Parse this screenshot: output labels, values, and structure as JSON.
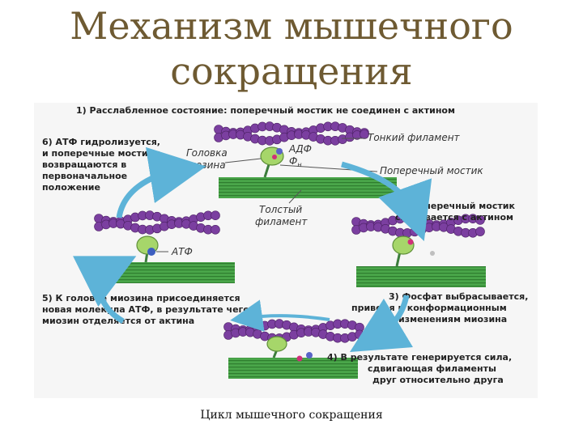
{
  "title": {
    "line1": "Механизм мышечного",
    "line2": "сокращения"
  },
  "caption": "Цикл мышечного сокращения",
  "steps": {
    "s1": "1) Расслабленное состояние: поперечный мостик не соединен с актином",
    "s2": [
      "2) Поперечный мостик",
      "связывается с актином"
    ],
    "s3": [
      "3) Фосфат выбрасывается,",
      "приводя к конформационным",
      "изменениям миозина"
    ],
    "s4": [
      "4) В результате генерируется сила,",
      "сдвигающая филаменты",
      "друг относительно друга"
    ],
    "s5": [
      "5) К головке миозина присоединяется",
      "новая молекула АТФ, в результате чего",
      "миозин отделяется от актина"
    ],
    "s6": [
      "6) АТФ гидролизуется,",
      "и поперечные мостики",
      "возвращаются в",
      "первоначальное",
      "положение"
    ]
  },
  "labels": {
    "thin": "Тонкий филамент",
    "cross": "Поперечный мостик",
    "head1": "Головка",
    "head2": "миозина",
    "thick1": "Толстый",
    "thick2": "филамент",
    "adp": "АДФ",
    "pn": "Ф",
    "pn_sub": "н",
    "atp": "АТФ"
  },
  "colors": {
    "title": "#6e5a32",
    "actin": "#7b3fa0",
    "myosin_head": "#a6d66a",
    "thick_filament": "#3c9a3c",
    "arrow": "#5db3d8",
    "adp": "#5a64c8",
    "phosphate": "#d0307a"
  }
}
